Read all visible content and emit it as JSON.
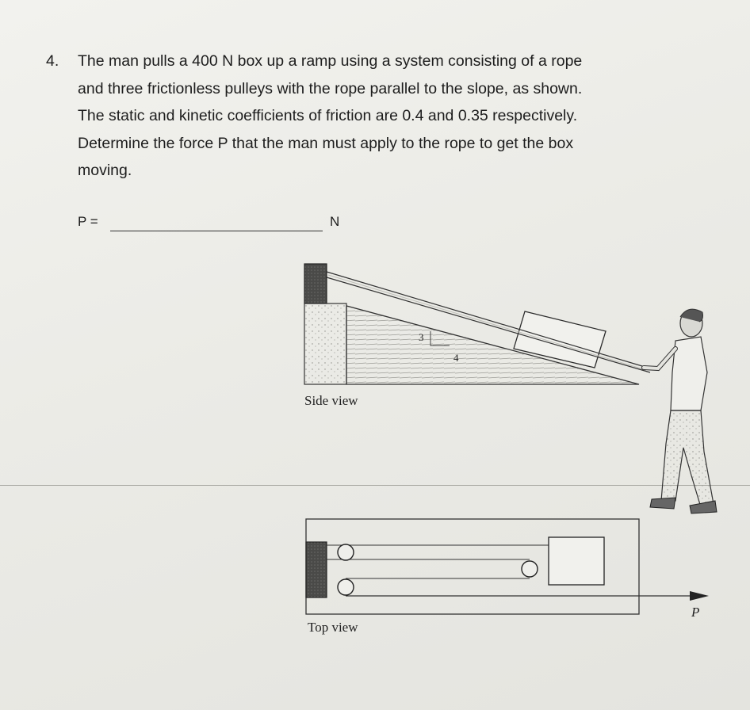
{
  "question": {
    "number": "4.",
    "lines": [
      "The man pulls a 400 N box up a ramp using a system consisting of a rope",
      "and three frictionless pulleys with the rope parallel to the slope, as shown.",
      "The static and kinetic coefficients of friction are 0.4 and 0.35 respectively.",
      "Determine the force P that the man must apply to the rope to get the box",
      "moving."
    ]
  },
  "answer": {
    "label": "P =",
    "unit": "N"
  },
  "side_view": {
    "caption": "Side view",
    "slope_rise": "3",
    "slope_run": "4"
  },
  "top_view": {
    "caption": "Top view",
    "force_label": "P"
  }
}
